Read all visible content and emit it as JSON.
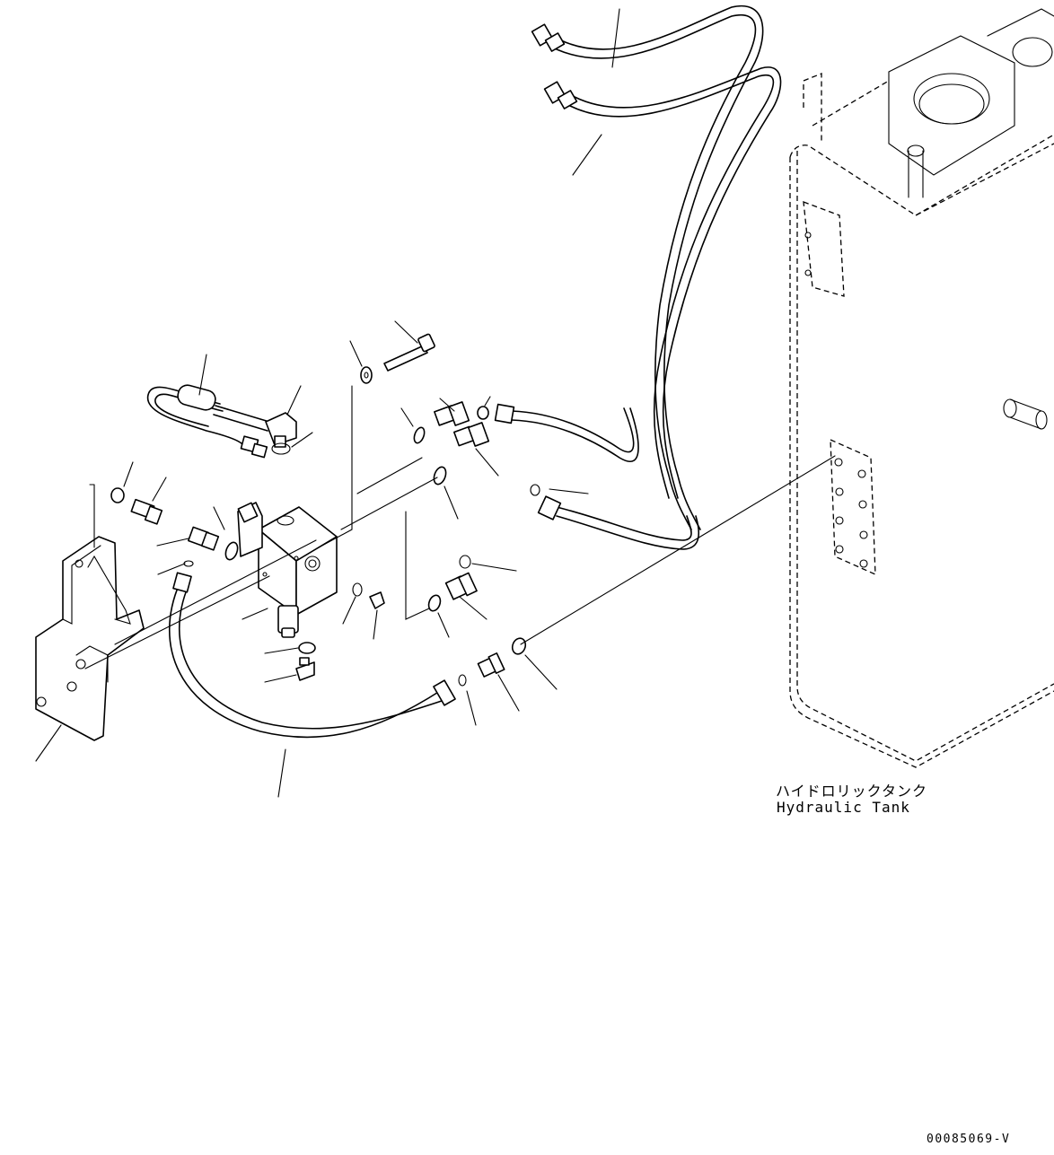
{
  "diagram": {
    "tank_label_jp": "ハイドロリックタンク",
    "tank_label_en": "Hydraulic Tank",
    "document_code": "00085069-V"
  }
}
